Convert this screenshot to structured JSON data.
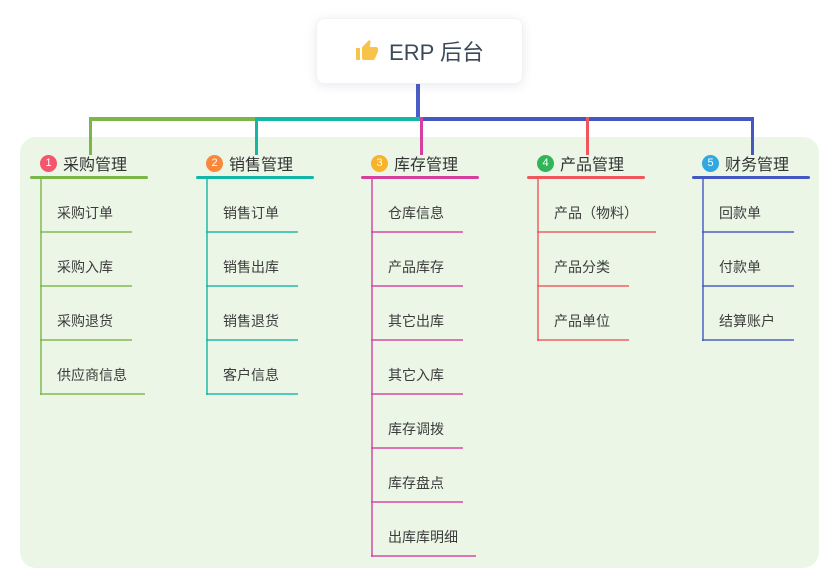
{
  "root": {
    "icon": "thumbs-up-icon",
    "label": "ERP 后台"
  },
  "branches": [
    {
      "number": "1",
      "label": "采购管理",
      "color": "#7ab648",
      "badge_color": "#f3566d",
      "children": [
        "采购订单",
        "采购入库",
        "采购退货",
        "供应商信息"
      ]
    },
    {
      "number": "2",
      "label": "销售管理",
      "color": "#12b7a6",
      "badge_color": "#f9883d",
      "children": [
        "销售订单",
        "销售出库",
        "销售退货",
        "客户信息"
      ]
    },
    {
      "number": "3",
      "label": "库存管理",
      "color": "#d63f9f",
      "badge_color": "#f9b32a",
      "children": [
        "仓库信息",
        "产品库存",
        "其它出库",
        "其它入库",
        "库存调拨",
        "库存盘点",
        "出库库明细"
      ]
    },
    {
      "number": "4",
      "label": "产品管理",
      "color": "#f0575c",
      "badge_color": "#31b558",
      "children": [
        "产品（物料）",
        "产品分类",
        "产品单位"
      ]
    },
    {
      "number": "5",
      "label": "财务管理",
      "color": "#4457c2",
      "badge_color": "#31a9e0",
      "children": [
        "回款单",
        "付款单",
        "结算账户"
      ]
    }
  ],
  "colors": {
    "panel_bg": "#ebf6e7",
    "root_line": "#4a5cc5",
    "thumb_yellow": "#f7c348",
    "root_text": "#3b4a5a",
    "title_text": "#333333",
    "child_text": "#3c3c3c"
  }
}
